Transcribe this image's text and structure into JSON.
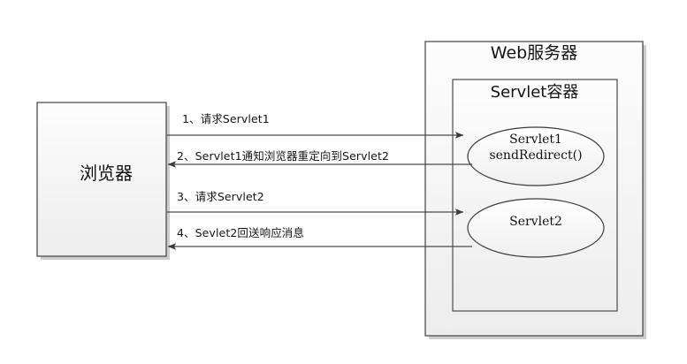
{
  "diagram": {
    "title_visible": false,
    "background": "#ffffff",
    "stroke": "#3f3f3f",
    "shape_fill_top": "#fdfdfd",
    "shape_fill_bottom": "#efefef",
    "shadow": "#cfcfcf"
  },
  "browser": {
    "label": "浏览器"
  },
  "server": {
    "title": "Web服务器",
    "container": {
      "title": "Servlet容器",
      "nodes": [
        {
          "line1": "Servlet1",
          "line2": "sendRedirect()"
        },
        {
          "line1": "Servlet2",
          "line2": ""
        }
      ]
    }
  },
  "arrows": [
    {
      "id": 1,
      "label": "1、请求Servlet1",
      "direction": "right"
    },
    {
      "id": 2,
      "label": "2、Servlet1通知浏览器重定向到Servlet2",
      "direction": "left"
    },
    {
      "id": 3,
      "label": "3、请求Servlet2",
      "direction": "right"
    },
    {
      "id": 4,
      "label": "4、Sevlet2回送响应消息",
      "direction": "left"
    }
  ]
}
